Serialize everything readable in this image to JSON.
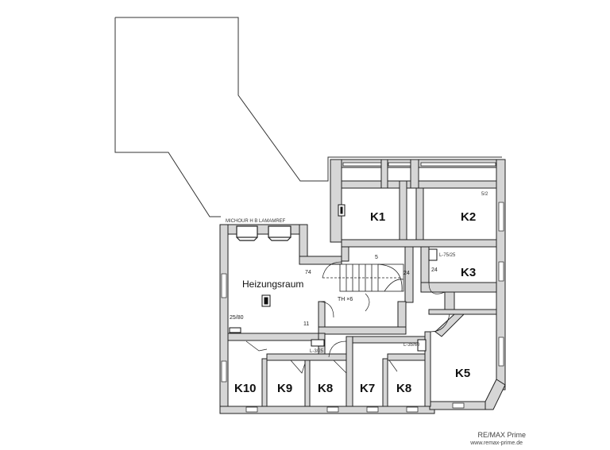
{
  "rooms": {
    "heizungsraum": "Heizungsraum",
    "k1": "K1",
    "k2": "K2",
    "k3": "K3",
    "k5": "K5",
    "k7": "K7",
    "k8a": "K8",
    "k8b": "K8",
    "k9": "K9",
    "k10": "K10"
  },
  "annotations": {
    "stair_width": "24",
    "stair_treads": "TH ×6",
    "heizung_h": "74",
    "heizung_sub": "25/80",
    "left_mark": "11",
    "k3_side": "24",
    "header_note": "MICHOUR H B LAMAMREF",
    "stair_mark": "5",
    "win_note_left": "L-3/25",
    "win_note_right": "L-35/60",
    "k3_win_note": "L-75/25",
    "k2_corner": "5/2"
  },
  "footer": {
    "brand": "RE/MAX Prime",
    "site": "www.remax-prime.de"
  },
  "colors": {
    "wall_fill": "#d6d6d6",
    "wall_stroke": "#222222",
    "background": "#ffffff"
  }
}
